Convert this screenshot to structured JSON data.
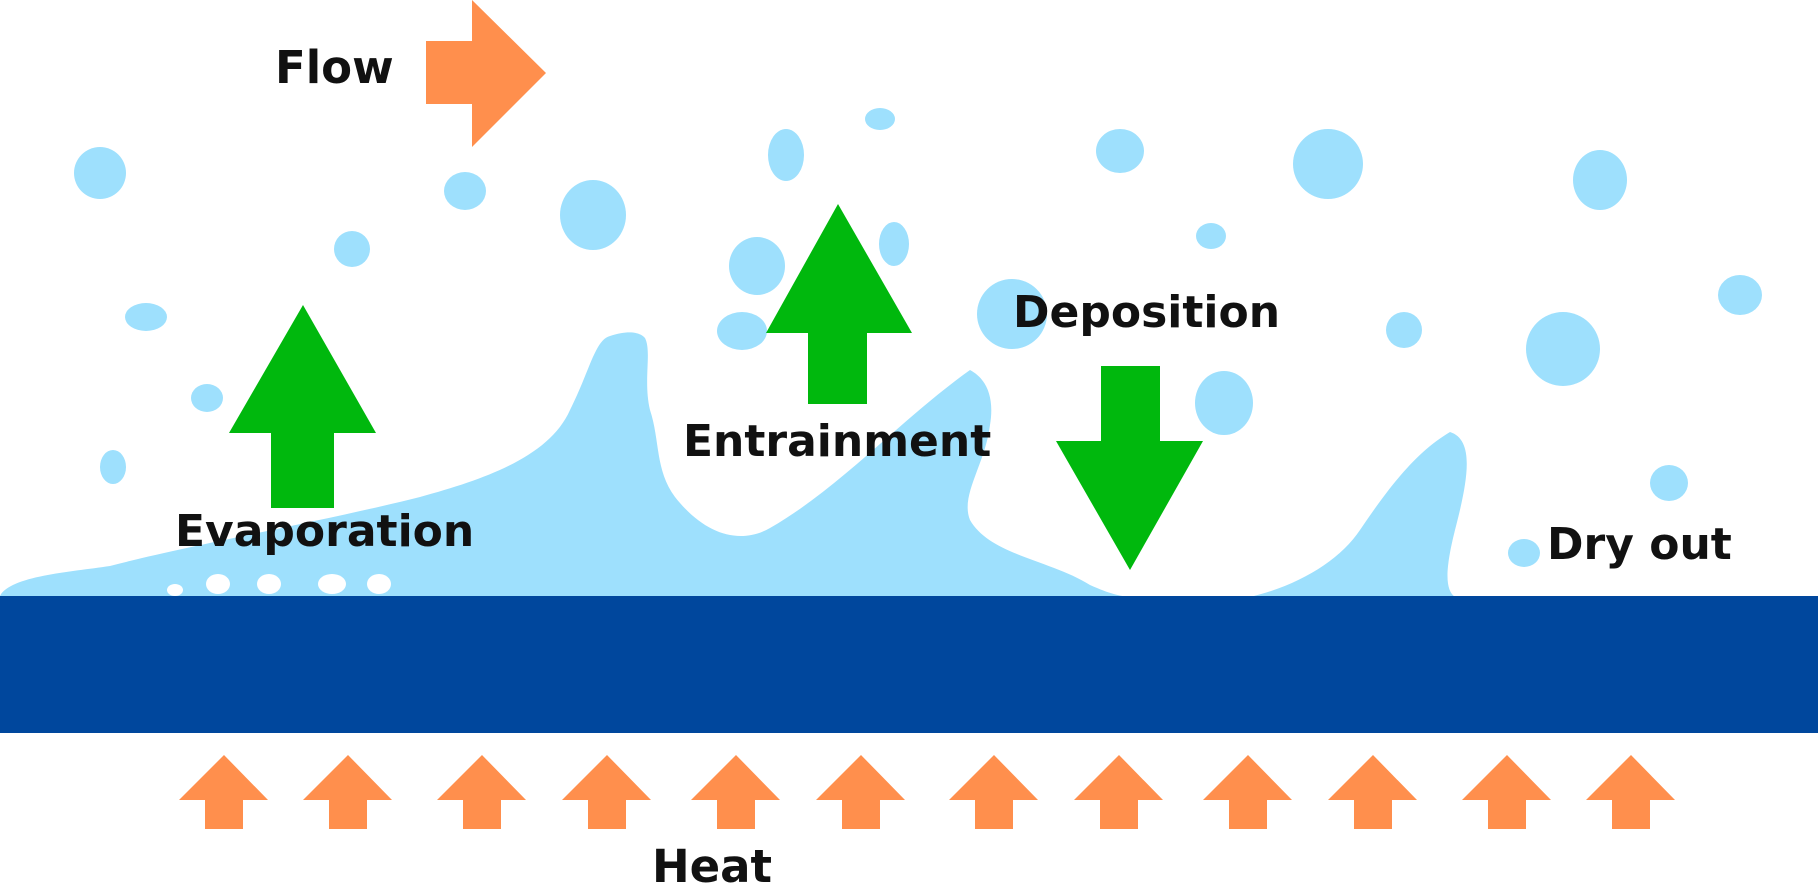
{
  "labels": {
    "flow": "Flow",
    "evaporation": "Evaporation",
    "entrainment": "Entrainment",
    "deposition": "Deposition",
    "dry_out": "Dry out",
    "heat": "Heat"
  },
  "colors": {
    "wall": "#00479d",
    "liquid_film": "#9ee0fd",
    "droplet": "#9ee0fd",
    "process_arrow": "#00b80d",
    "flow_heat_arrow": "#ff8f4d",
    "bubble": "#ffffff",
    "text": "#111111"
  },
  "icons": {
    "flow_arrow": "right-arrow-icon",
    "heat_arrow": "up-arrow-icon",
    "evaporation_arrow": "up-arrow-icon",
    "entrainment_arrow": "up-arrow-icon",
    "deposition_arrow": "down-arrow-icon"
  }
}
